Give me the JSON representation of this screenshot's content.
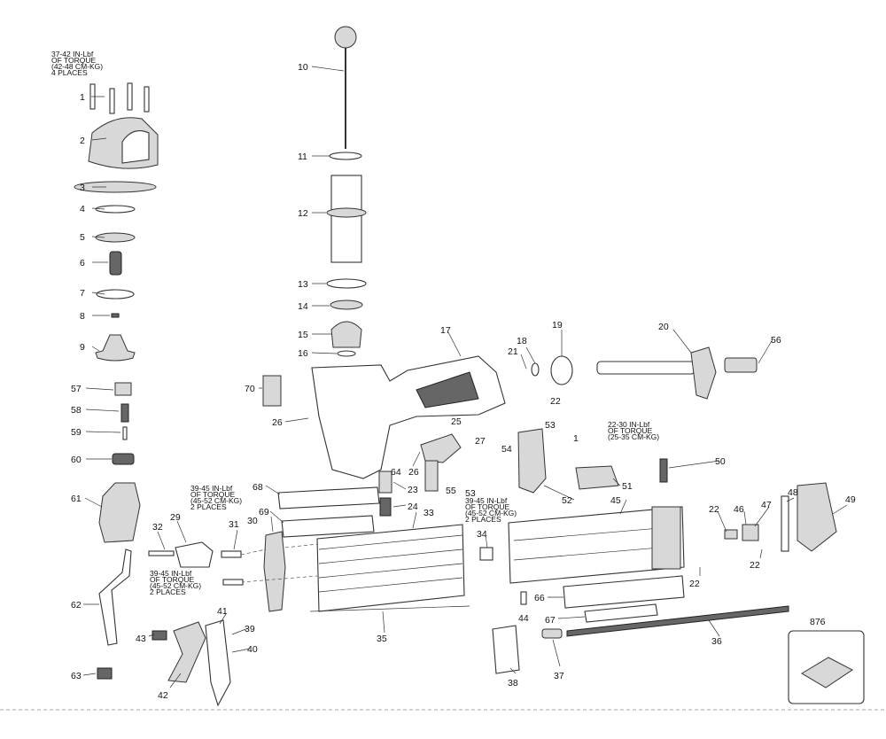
{
  "diagram": {
    "title": "Exploded parts diagram - pneumatic nailer"
  },
  "callouts": [
    "1",
    "2",
    "3",
    "4",
    "5",
    "6",
    "7",
    "8",
    "9",
    "57",
    "58",
    "59",
    "60",
    "61",
    "62",
    "63",
    "10",
    "11",
    "12",
    "13",
    "14",
    "15",
    "16",
    "17",
    "18",
    "19",
    "20",
    "56",
    "21",
    "22",
    "70",
    "26",
    "25",
    "27",
    "54",
    "53",
    "1",
    "53",
    "55",
    "64",
    "26",
    "23",
    "24",
    "52",
    "51",
    "50",
    "68",
    "69",
    "33",
    "34",
    "29",
    "32",
    "31",
    "30",
    "45",
    "22",
    "46",
    "47",
    "48",
    "49",
    "22",
    "22",
    "44",
    "66",
    "67",
    "36",
    "37",
    "38",
    "35",
    "41",
    "39",
    "40",
    "43",
    "42",
    "876"
  ],
  "torque_notes": [
    [
      "37-42 IN-Lbf",
      "OF TORQUE",
      "(42-48 CM-KG)",
      "4 PLACES"
    ],
    [
      "39-45 IN-Lbf",
      "OF TORQUE",
      "(45-52 CM-KG)",
      "2 PLACES"
    ],
    [
      "39-45 IN-Lbf",
      "OF TORQUE",
      "(45-52 CM-KG)",
      "2 PLACES"
    ],
    [
      "39-45 IN-Lbf",
      "OF TORQUE",
      "(45-52 CM-KG)",
      "2 PLACES"
    ],
    [
      "22-30 IN-Lbf",
      "OF TORQUE",
      "(25-35 CM-KG)"
    ]
  ]
}
